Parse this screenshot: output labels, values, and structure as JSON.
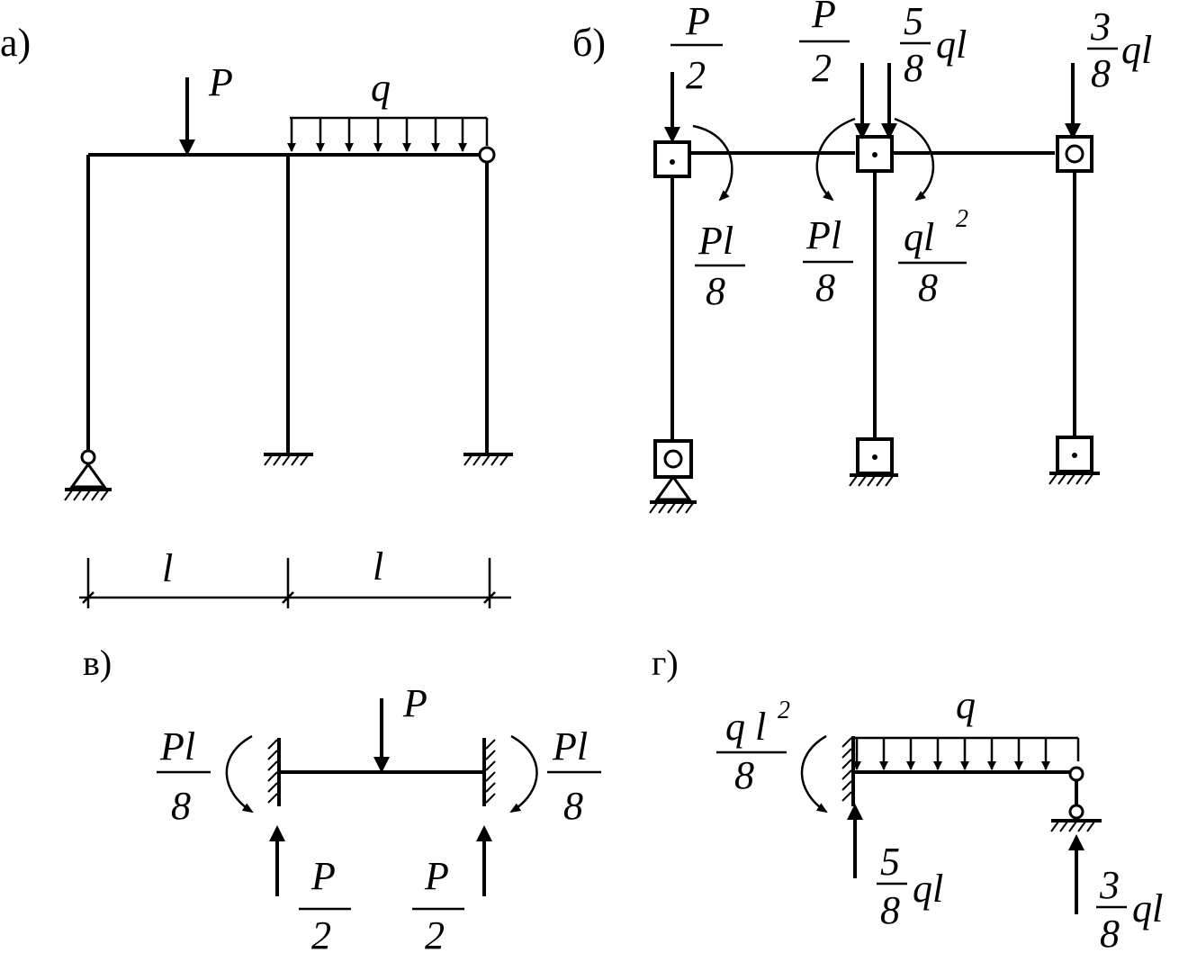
{
  "panels": {
    "a": {
      "label": "а)",
      "load_P": "P",
      "load_q": "q",
      "dim_left": "l",
      "dim_right": "l"
    },
    "b": {
      "label": "б)",
      "top_left": {
        "num": "P",
        "den": "2"
      },
      "top_mid": {
        "num": "P",
        "den": "2"
      },
      "top_mid_force": {
        "num": "5",
        "den": "8",
        "suffix": "ql"
      },
      "top_right_force": {
        "num": "3",
        "den": "8",
        "suffix": "ql"
      },
      "moment_left": {
        "num": "Pl",
        "den": "8"
      },
      "moment_mid_left": {
        "num": "Pl",
        "den": "8"
      },
      "moment_mid_right": {
        "num": "ql",
        "sup": "2",
        "den": "8"
      }
    },
    "c": {
      "label": "в)",
      "load_P": "P",
      "moment_left": {
        "num": "Pl",
        "den": "8"
      },
      "moment_right": {
        "num": "Pl",
        "den": "8"
      },
      "react_left": {
        "num": "P",
        "den": "2"
      },
      "react_right": {
        "num": "P",
        "den": "2"
      }
    },
    "d": {
      "label": "г)",
      "load_q": "q",
      "moment_left": {
        "num": "q l",
        "sup": "2",
        "den": "8"
      },
      "react_left": {
        "num": "5",
        "den": "8",
        "suffix": "ql"
      },
      "react_right": {
        "num": "3",
        "den": "8",
        "suffix": "ql"
      }
    }
  }
}
